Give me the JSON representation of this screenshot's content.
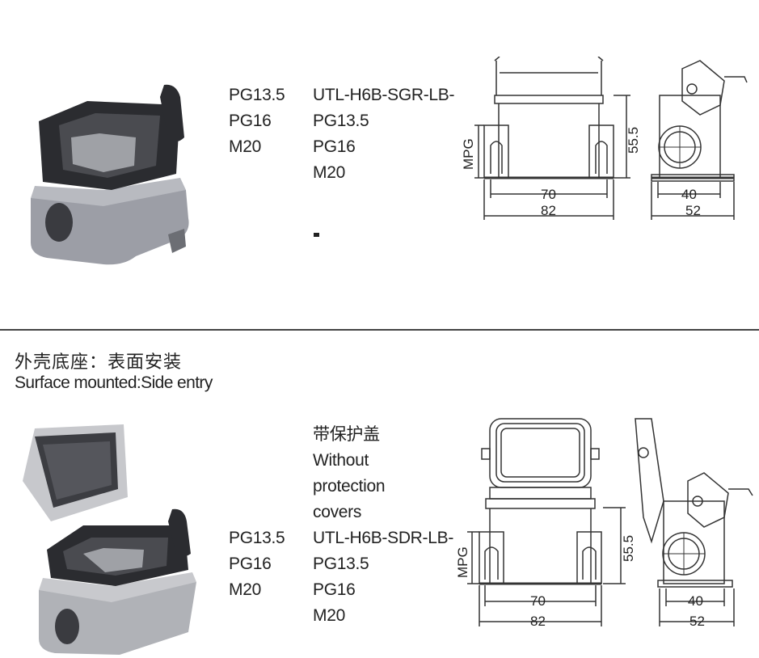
{
  "section1": {
    "thread_sizes": [
      "PG13.5",
      "PG16",
      "M20"
    ],
    "part_lines": [
      "UTL-H6B-SGR-LB-",
      "PG13.5",
      "PG16",
      "M20"
    ],
    "dims": {
      "mpg": "MPG",
      "height": "55.5",
      "inner_width": "70",
      "outer_width": "82",
      "side_inner": "40",
      "side_outer": "52"
    }
  },
  "section2": {
    "heading_cn": "外壳底座：表面安装",
    "heading_en": "Surface mounted:Side entry",
    "cover_note": [
      "带保护盖",
      "Without",
      "protection",
      "covers"
    ],
    "thread_sizes": [
      "PG13.5",
      "PG16",
      "M20"
    ],
    "part_lines": [
      "UTL-H6B-SDR-LB-",
      "PG13.5",
      "PG16",
      "M20"
    ],
    "dims": {
      "mpg": "MPG",
      "height": "55.5",
      "inner_width": "70",
      "outer_width": "82",
      "side_inner": "40",
      "side_outer": "52"
    }
  }
}
